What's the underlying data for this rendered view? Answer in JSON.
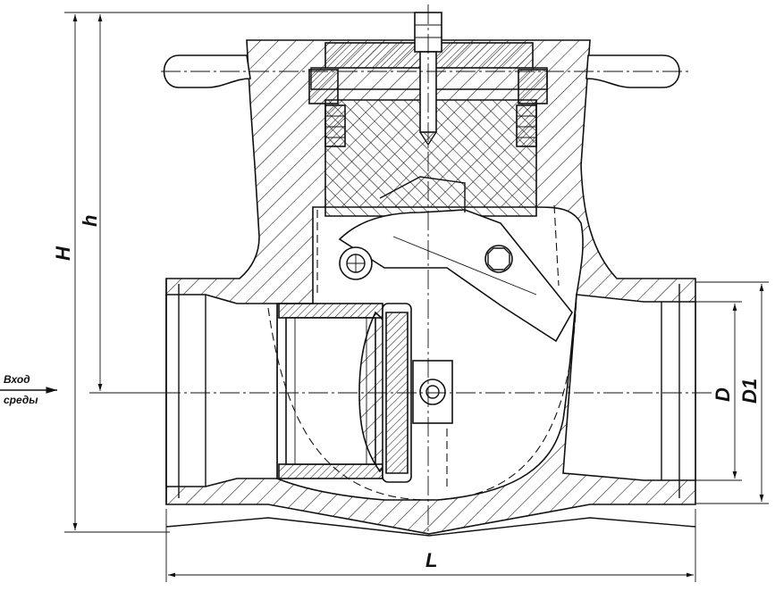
{
  "labels": {
    "H": "H",
    "h": "h",
    "L": "L",
    "D": "D",
    "D1": "D1",
    "inlet_line1": "Вход",
    "inlet_line2": "среды"
  }
}
